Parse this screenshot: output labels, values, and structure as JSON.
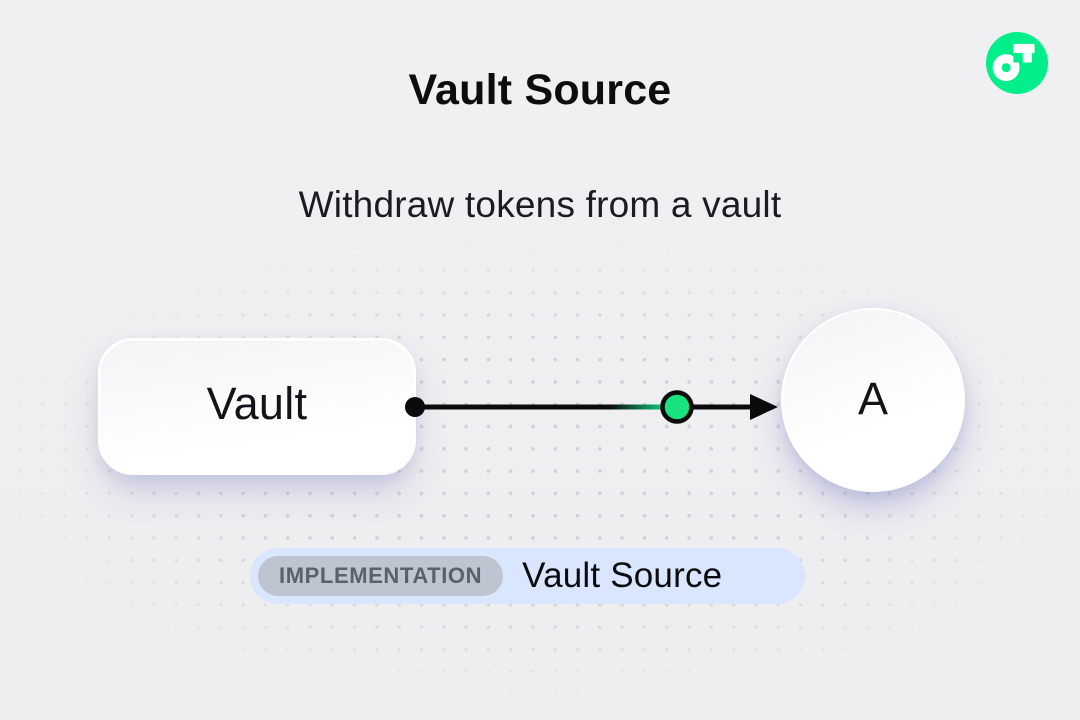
{
  "header": {
    "title": "Vault Source",
    "subtitle": "Withdraw tokens from a vault"
  },
  "logo": {
    "name": "flow-logo",
    "circle_color": "#00ef8b",
    "glyph_color": "#ffffff"
  },
  "diagram": {
    "vault_label": "Vault",
    "account_label": "A",
    "edge_color": "#0b0b0b",
    "event_node_color": "#17e27e",
    "event_node_border": "#0b0b0b"
  },
  "badge": {
    "tag": "IMPLEMENTATION",
    "label": "Vault Source",
    "tag_bg": "#bec5d1",
    "tag_text_color": "#5a616b",
    "bg": "#d9e6fd"
  },
  "background": {
    "page_color": "#efeff1",
    "dot_color": "#cfd0d6"
  }
}
